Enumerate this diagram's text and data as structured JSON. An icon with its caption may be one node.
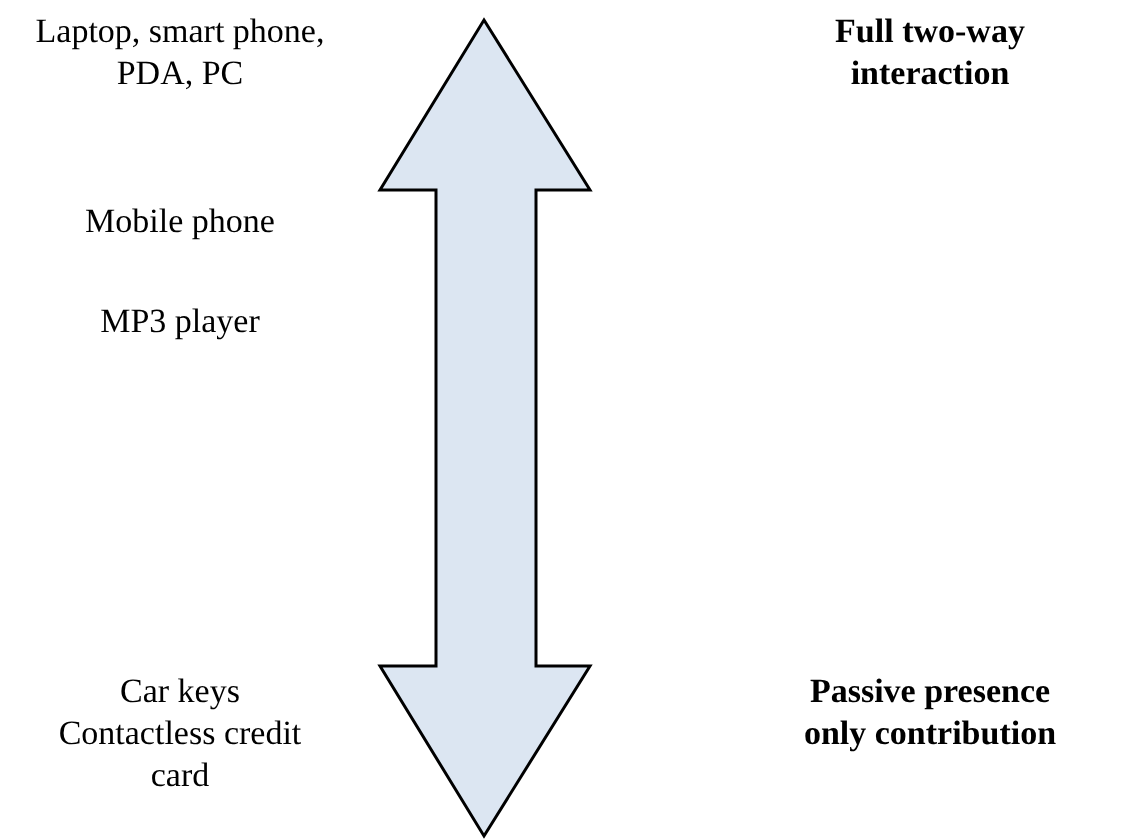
{
  "diagram": {
    "labels": [
      "Laptop, smart phone, PDA, PC",
      "Full two-way interaction",
      "Mobile phone",
      "MP3 player",
      "Car keys Contactless credit card",
      "Passive presence only contribution"
    ]
  }
}
